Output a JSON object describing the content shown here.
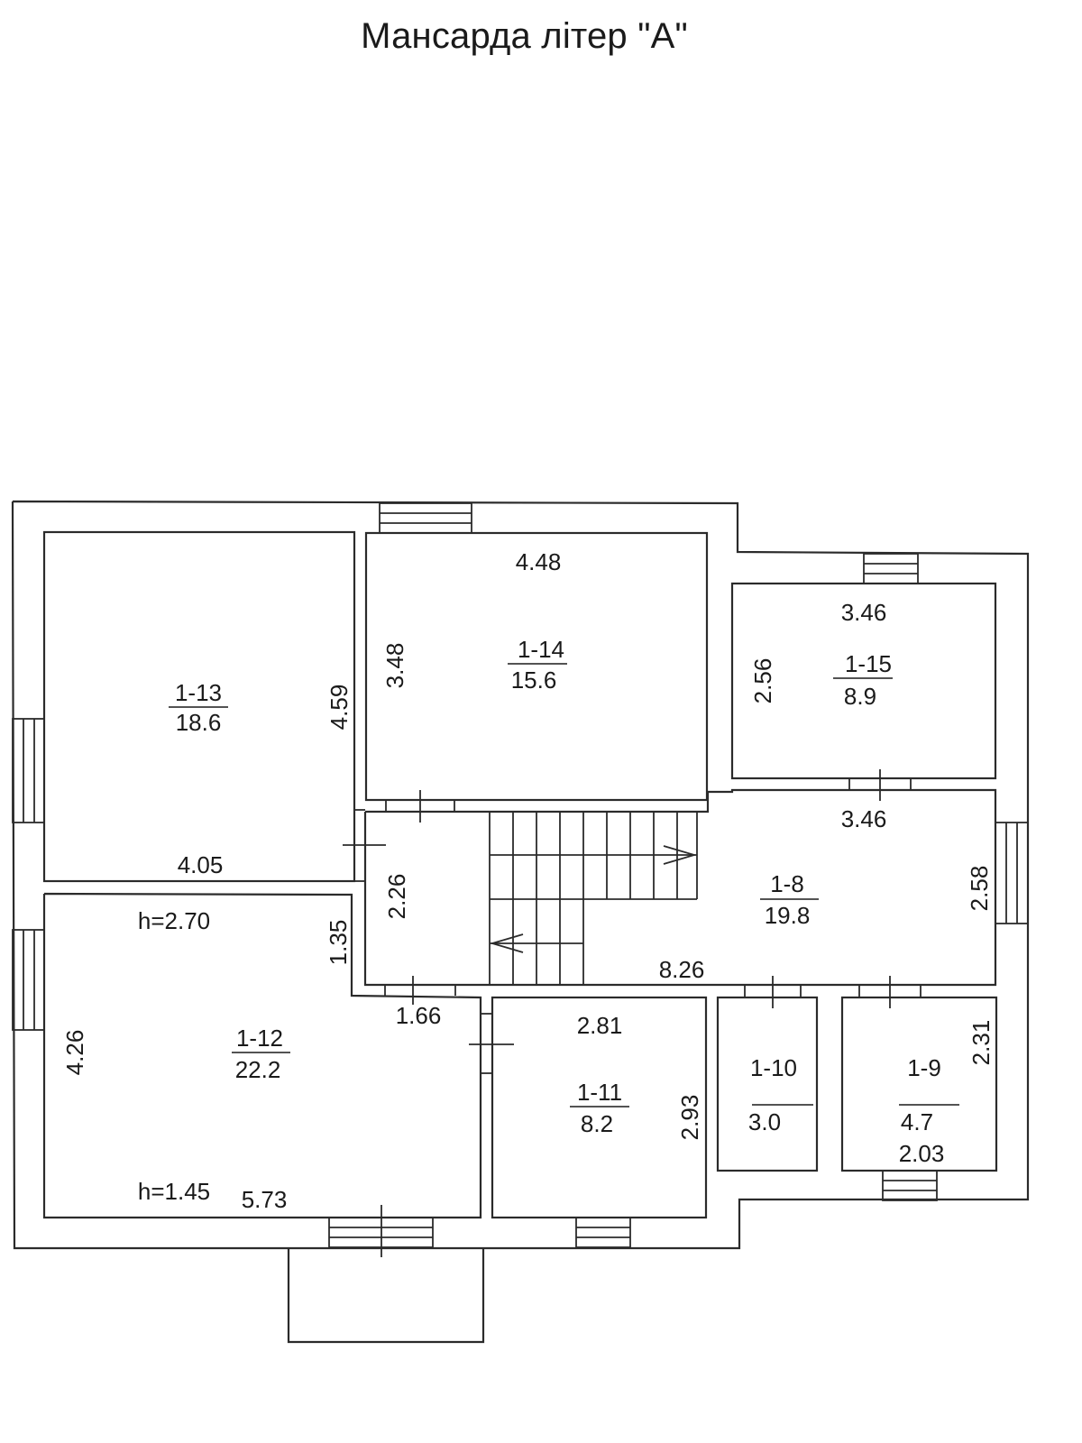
{
  "title": "Мансарда літер \"А\"",
  "rooms": [
    {
      "id": "1-13",
      "area": "18.6",
      "dims": [
        "4.59",
        "4.05"
      ]
    },
    {
      "id": "1-14",
      "area": "15.6",
      "dims": [
        "4.48",
        "3.48"
      ]
    },
    {
      "id": "1-15",
      "area": "8.9",
      "dims": [
        "3.46",
        "2.56"
      ]
    },
    {
      "id": "1-8",
      "area": "19.8",
      "dims": [
        "3.46",
        "2.58",
        "8.26"
      ]
    },
    {
      "id": "1-12",
      "area": "22.2",
      "dims": [
        "4.26",
        "1.35",
        "1.66",
        "5.73"
      ],
      "heights": [
        "h=2.70",
        "h=1.45"
      ]
    },
    {
      "id": "1-11",
      "area": "8.2",
      "dims": [
        "2.81",
        "2.93"
      ]
    },
    {
      "id": "1-10",
      "area": "3.0",
      "dims": []
    },
    {
      "id": "1-9",
      "area": "4.7",
      "dims": [
        "2.31",
        "2.03"
      ]
    }
  ],
  "stair_landing": {
    "dim": "2.26"
  },
  "colors": {
    "line": "#2b2b2b",
    "text": "#1a1a1a",
    "background": "#ffffff"
  }
}
